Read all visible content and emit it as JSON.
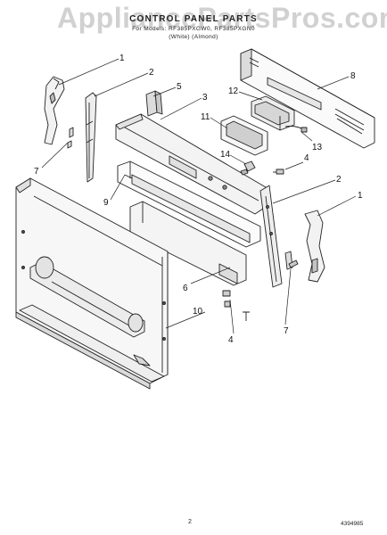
{
  "watermark": "AppliancePartsPros.com",
  "header": {
    "title": "CONTROL PANEL PARTS",
    "models": "For Models: RF385PXGW0, RF385PXGN0",
    "colors": "(White)    (Almond)"
  },
  "callouts": [
    "1",
    "2",
    "3",
    "4",
    "5",
    "6",
    "7",
    "8",
    "9",
    "10",
    "11",
    "12",
    "13",
    "14"
  ],
  "footer": {
    "page_number": "2",
    "part_number": "4394985"
  }
}
